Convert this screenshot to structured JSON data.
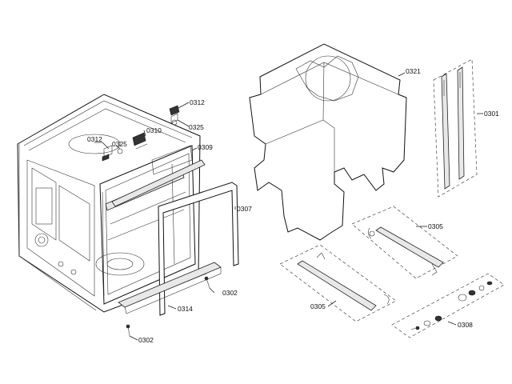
{
  "callouts": {
    "c0312a": "0312",
    "c0325a": "0325",
    "c0310": "0310",
    "c0312b": "0312",
    "c0325b": "0325",
    "c0309": "0309",
    "c0307": "0307",
    "c0302a": "0302",
    "c0314": "0314",
    "c0302b": "0302",
    "c0321": "0321",
    "c0301": "0301",
    "c0305a": "0305",
    "c0305b": "0305",
    "c0308": "0308"
  }
}
